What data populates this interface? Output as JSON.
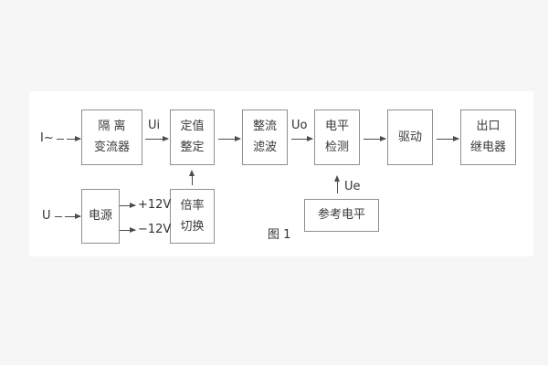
{
  "figure": {
    "caption": "图 1",
    "colors": {
      "page_background": "#f6f6f6",
      "panel_background": "#ffffff",
      "box_border": "#8f8f8f",
      "line": "#4d4d4d",
      "text": "#333333"
    }
  },
  "blocks": {
    "isolation": {
      "line1": "隔 离",
      "line2": "变流器"
    },
    "setting": {
      "line1": "定值",
      "line2": "整定"
    },
    "rectifier": {
      "line1": "整流",
      "line2": "滤波"
    },
    "level": {
      "line1": "电平",
      "line2": "检测"
    },
    "drive": {
      "label": "驱动"
    },
    "output": {
      "line1": "出口",
      "line2": "继电器"
    },
    "power": {
      "label": "电源"
    },
    "ratio": {
      "line1": "倍率",
      "line2": "切换"
    },
    "reference": {
      "label": "参考电平"
    }
  },
  "signals": {
    "input_current": "I~",
    "input_voltage": "U",
    "ui": "Ui",
    "uo": "Uo",
    "ue": "Ue",
    "plus_12v": "+12V",
    "minus_12v": "−12V"
  }
}
